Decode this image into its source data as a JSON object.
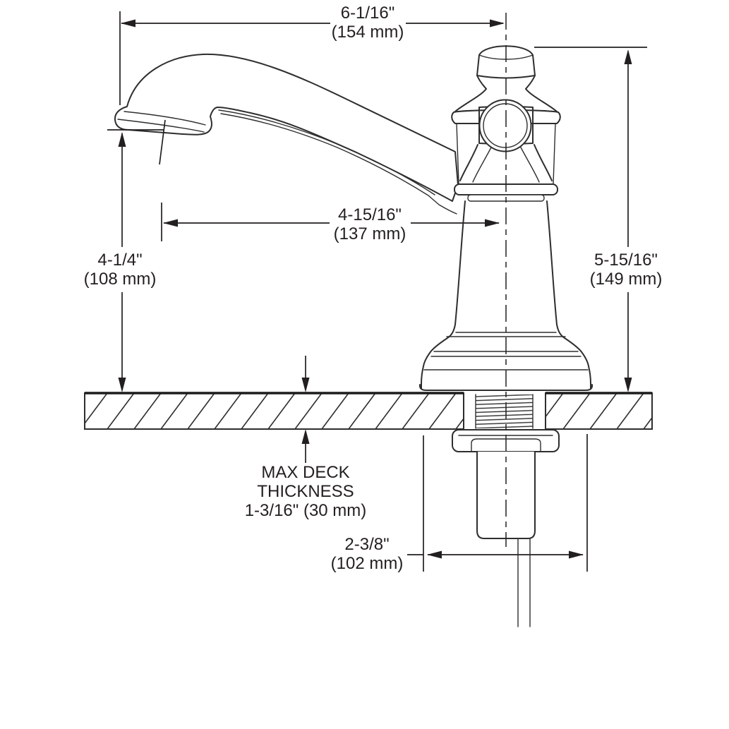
{
  "diagram": {
    "kind": "faucet installation dimension drawing",
    "ink_color": "#231f20",
    "background": "#ffffff",
    "dims": {
      "spout_overhang": {
        "in": "6-1/16\"",
        "mm": "(154 mm)"
      },
      "spout_reach": {
        "in": "4-15/16\"",
        "mm": "(137 mm)"
      },
      "aerator_height": {
        "in": "4-1/4\"",
        "mm": "(108 mm)"
      },
      "overall_height": {
        "in": "5-15/16\"",
        "mm": "(149 mm)"
      },
      "base_width": {
        "in": "2-3/8\"",
        "mm": "(102 mm)"
      },
      "max_deck": {
        "l1": "MAX DECK",
        "l2": "THICKNESS",
        "l3": "1-3/16\" (30 mm)"
      }
    }
  }
}
